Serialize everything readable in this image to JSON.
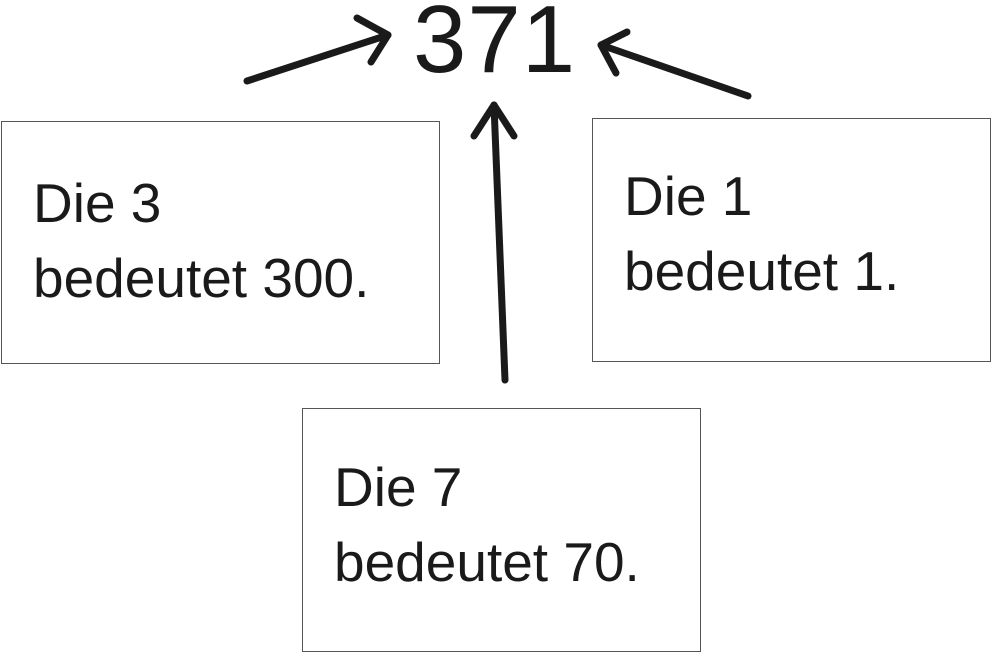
{
  "number": "371",
  "boxes": {
    "hundreds": {
      "line1": "Die 3",
      "line2": "bedeutet 300."
    },
    "ones": {
      "line1": "Die 1",
      "line2": "bedeutet 1."
    },
    "tens": {
      "line1": "Die 7",
      "line2": "bedeutet 70."
    }
  },
  "colors": {
    "ink": "#1a1a1a",
    "box_border": "#555555",
    "background": "#ffffff"
  }
}
